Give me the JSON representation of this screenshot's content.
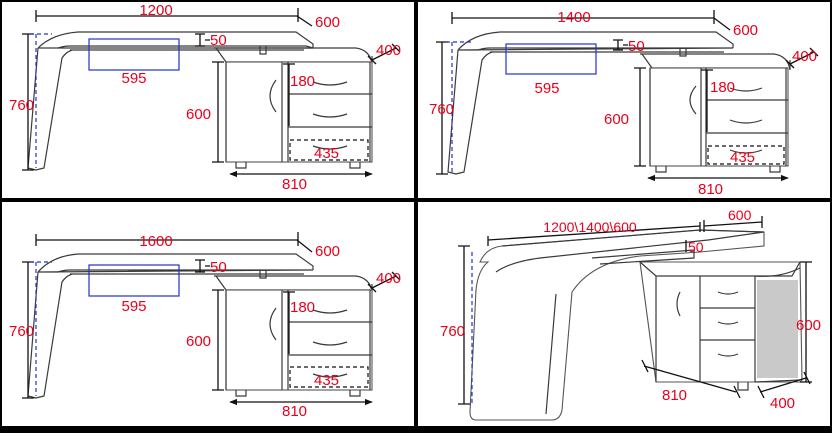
{
  "diagrams": [
    {
      "width": "1200",
      "depth": "600",
      "height": "760",
      "drawer_gap": "50",
      "drawer_width": "595",
      "cab_depth": "400",
      "drawer1": "180",
      "cab_height": "600",
      "drawer_inner": "435",
      "cab_width": "810"
    },
    {
      "width": "1400",
      "depth": "600",
      "height": "760",
      "drawer_gap": "50",
      "drawer_width": "595",
      "cab_depth": "400",
      "drawer1": "180",
      "cab_height": "600",
      "drawer_inner": "435",
      "cab_width": "810"
    },
    {
      "width": "1600",
      "depth": "600",
      "height": "760",
      "drawer_gap": "50",
      "drawer_width": "595",
      "cab_depth": "400",
      "drawer1": "180",
      "cab_height": "600",
      "drawer_inner": "435",
      "cab_width": "810"
    },
    {
      "width": "1200\\1400\\600",
      "depth": "600",
      "height": "760",
      "drawer_gap": "50",
      "cab_height": "600",
      "cab_width": "810",
      "cab_depth": "400"
    }
  ]
}
